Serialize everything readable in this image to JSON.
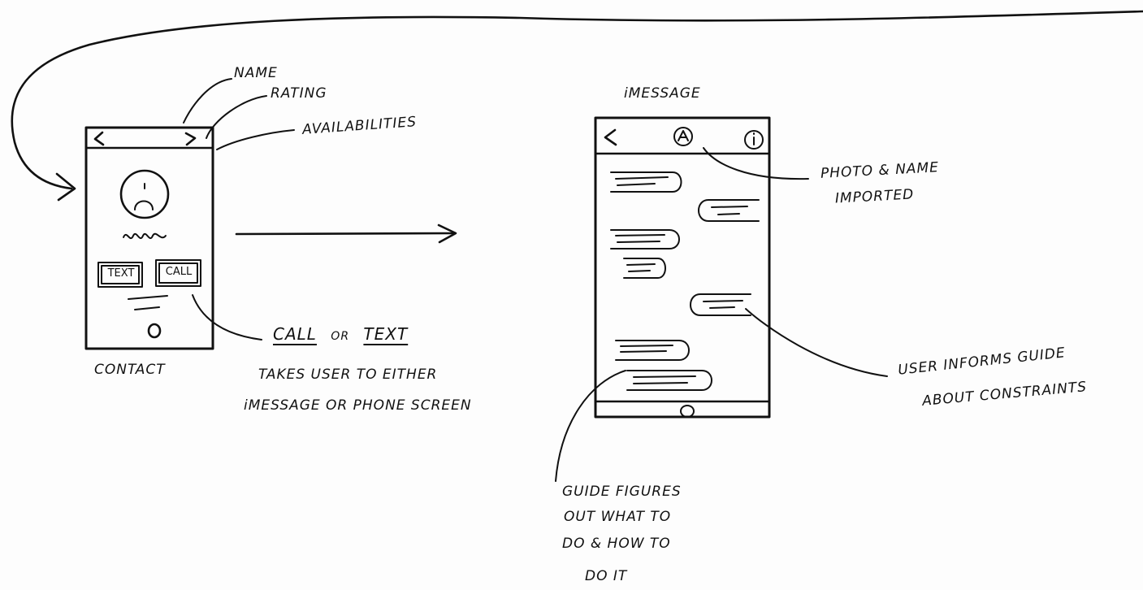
{
  "annotations": {
    "name": "NAME",
    "rating": "RATING",
    "availabilities": "AVAILABILITIES",
    "contact": "CONTACT",
    "call_or_text": {
      "call": "CALL",
      "or": "OR",
      "text": "TEXT"
    },
    "takes_user": [
      "TAKES USER TO EITHER",
      "iMESSAGE OR PHONE SCREEN"
    ],
    "imessage": "iMESSAGE",
    "photo_name": [
      "PHOTO & NAME",
      "IMPORTED"
    ],
    "user_informs": [
      "USER INFORMS GUIDE",
      "ABOUT CONSTRAINTS"
    ],
    "guide_figures": [
      "GUIDE FIGURES",
      "OUT WHAT TO",
      "DO & HOW TO",
      "DO IT"
    ]
  },
  "contact_screen": {
    "text_button": "TEXT",
    "call_button": "CALL"
  }
}
